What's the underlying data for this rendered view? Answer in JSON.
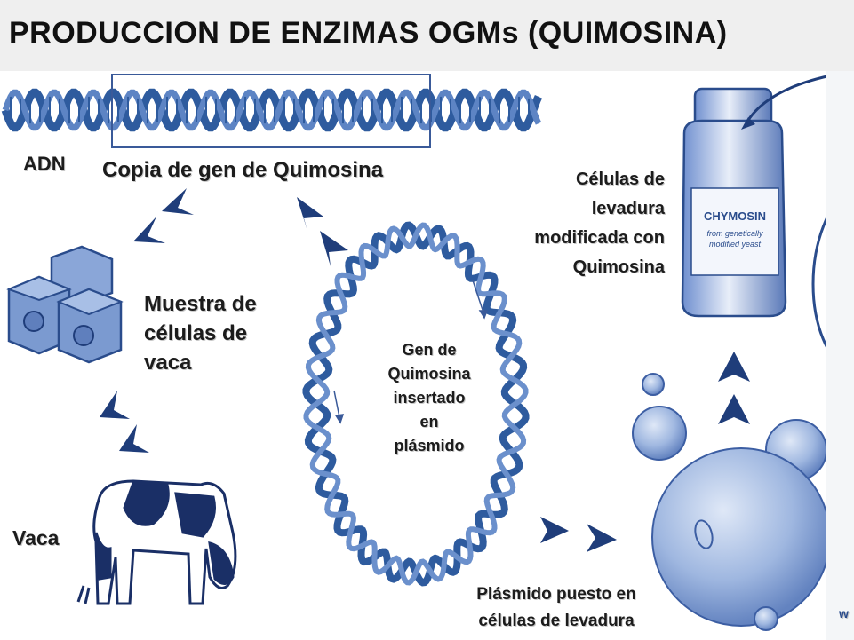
{
  "title": "PRODUCCION DE ENZIMAS OGMs (QUIMOSINA)",
  "labels": {
    "adn": "ADN",
    "gene_copy": "Copia de gen de Quimosina",
    "cow_sample": [
      "Muestra de",
      "células de",
      "vaca"
    ],
    "cow": "Vaca",
    "insert": [
      "Gen de",
      "Quimosina",
      "insertado",
      "en",
      "plásmido"
    ],
    "yeast_mod": [
      "Células de",
      "levadura",
      "modificada con",
      "Quimosina"
    ],
    "plasmid_put": [
      "Plásmido puesto en",
      "células de levadura"
    ],
    "corner": "w"
  },
  "bottle_label": {
    "brand": "CHYMOSIN",
    "line1": "from genetically",
    "line2": "modified yeast"
  },
  "colors": {
    "dna_blue": "#2e5b9e",
    "cell_blue": "#7b9ad0",
    "arrow_blue": "#1f3d7a",
    "title_bg": "#efefef"
  }
}
